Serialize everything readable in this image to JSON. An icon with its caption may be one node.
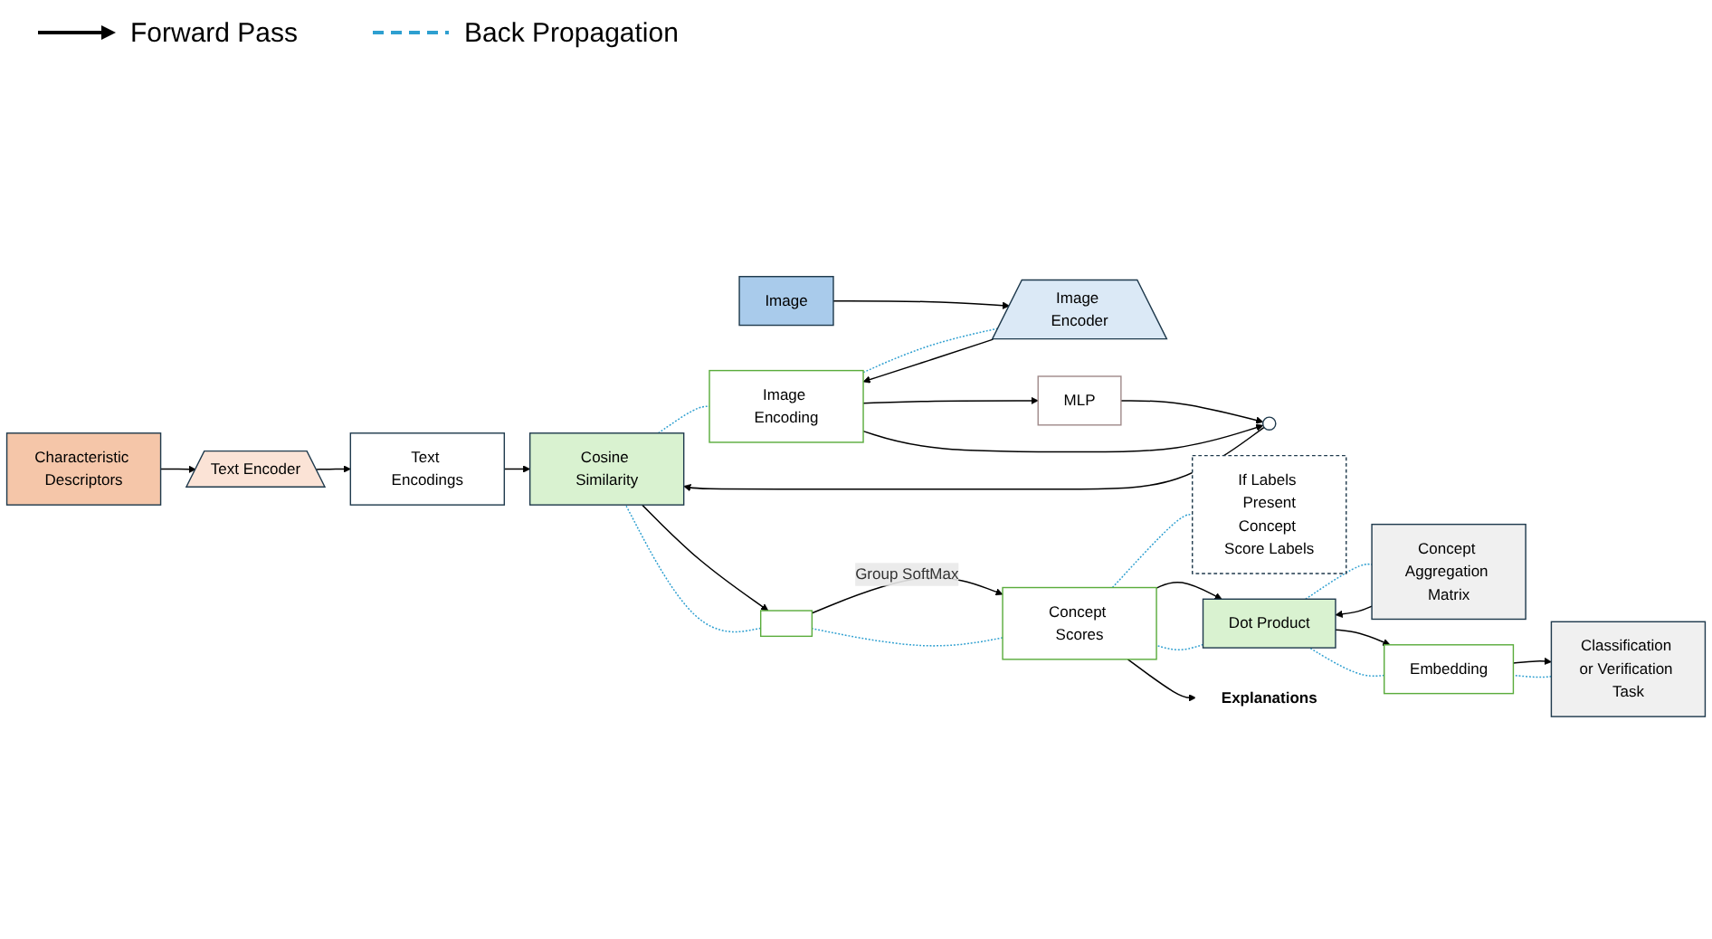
{
  "diagram": {
    "nodes": [
      {
        "text": [
          "Image"
        ]
      },
      {
        "text": [
          "Image Encoder"
        ]
      },
      {
        "text": [
          "Image Encoding"
        ]
      },
      {
        "text": [
          "MLP"
        ]
      },
      {
        "text": [],
        "shape": "circle"
      },
      {
        "text": [
          "Cosine Similarity"
        ]
      },
      {
        "text": [
          "Characteristic Descriptors"
        ]
      },
      {
        "text": [
          "Text Encoder"
        ]
      },
      {
        "text": [
          "Text Encodings"
        ]
      },
      {
        "text": [],
        "shape": "bar"
      },
      {
        "text": [
          "Concept Scores"
        ]
      },
      {
        "text": [
          "If Labels Present",
          "Concept Score Labels"
        ]
      },
      {
        "text": [
          "Concept Aggregation Matrix"
        ]
      },
      {
        "text": [
          "Dot Product"
        ]
      },
      {
        "text": [
          "Embedding"
        ]
      },
      {
        "text": [
          "Classification or Verification Task"
        ]
      },
      {
        "text": [
          "Explanations"
        ]
      }
    ],
    "edges": [
      {
        "from": 0,
        "to": 1,
        "arrow": "to"
      },
      {
        "from": 1,
        "to": 2,
        "arrow": "to"
      },
      {
        "from": 2,
        "to": 3,
        "arrow": "to"
      },
      {
        "from": 3,
        "to": 4,
        "arrow": "to"
      },
      {
        "from": 2,
        "to": 4,
        "arrow": "to"
      },
      {
        "from": 4,
        "to": 5,
        "arrow": "to"
      },
      {
        "from": 6,
        "to": 7,
        "arrow": "to"
      },
      {
        "from": 7,
        "to": 8,
        "arrow": "to"
      },
      {
        "from": 8,
        "to": 5,
        "arrow": "to"
      },
      {
        "from": 5,
        "to": 9,
        "arrow": "to"
      },
      {
        "from": 9,
        "to": 10,
        "arrow": "to",
        "label": "Group SoftMax"
      },
      {
        "from": 10,
        "to": 13,
        "arrow": "to"
      },
      {
        "from": 12,
        "to": 13,
        "arrow": "to"
      },
      {
        "from": 13,
        "to": 14,
        "arrow": "to"
      },
      {
        "from": 14,
        "to": 15,
        "arrow": "to"
      },
      {
        "from": 10,
        "to": 16,
        "arrow": "to"
      },
      {
        "from": 15,
        "to": 14,
        "arrow": "none",
        "style": "dashed",
        "color": "#2e9fd0"
      },
      {
        "from": 14,
        "to": 13,
        "arrow": "none",
        "style": "dashed",
        "color": "#2e9fd0"
      },
      {
        "from": 13,
        "to": 12,
        "arrow": "none",
        "style": "dashed",
        "color": "#2e9fd0"
      },
      {
        "from": 13,
        "to": 10,
        "arrow": "none",
        "style": "dashed",
        "color": "#2e9fd0"
      },
      {
        "from": 10,
        "to": 11,
        "arrow": "none",
        "style": "dashed",
        "color": "#2e9fd0"
      },
      {
        "from": 10,
        "to": 9,
        "arrow": "none",
        "style": "dashed",
        "color": "#2e9fd0"
      },
      {
        "from": 9,
        "to": 5,
        "arrow": "none",
        "style": "dashed",
        "color": "#2e9fd0"
      },
      {
        "from": 5,
        "to": 2,
        "arrow": "none",
        "style": "dashed",
        "color": "#2e9fd0"
      },
      {
        "from": 2,
        "to": 1,
        "arrow": "none",
        "style": "dashed",
        "color": "#2e9fd0"
      }
    ],
    "legend": [
      {
        "text": "Forward Pass"
      },
      {
        "text": "Back Propagation"
      }
    ]
  }
}
